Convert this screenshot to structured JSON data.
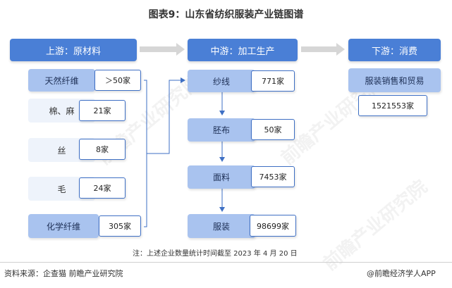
{
  "title": "图表9：山东省纺织服装产业链图谱",
  "headers": {
    "upstream": "上游：原材料",
    "midstream": "中游：加工生产",
    "downstream": "下游：消费"
  },
  "upstream_items": [
    {
      "name": "天然纤维",
      "count": "＞50家"
    },
    {
      "name": "棉、麻",
      "count": "21家"
    },
    {
      "name": "丝",
      "count": "8家"
    },
    {
      "name": "毛",
      "count": "24家"
    },
    {
      "name": "化学纤维",
      "count": "305家"
    }
  ],
  "midstream_items": [
    {
      "name": "纱线",
      "count": "771家"
    },
    {
      "name": "胚布",
      "count": "50家"
    },
    {
      "name": "面料",
      "count": "7453家"
    },
    {
      "name": "服装",
      "count": "98699家"
    }
  ],
  "downstream_items": [
    {
      "name": "服装销售和贸易",
      "count": "1521553家"
    }
  ],
  "note": "注：上述企业数量统计时间截至 2023 年 4 月 20 日",
  "source": "资料来源：企查猫 前瞻产业研究院",
  "brand": "@前瞻经济学人APP",
  "colors": {
    "header_blue": "#4a7fd6",
    "light_blue": "#a9c3ef",
    "faint_blue": "#eef3fb",
    "connector": "#3e6fc4",
    "gray_arrow": "#d6d6d6"
  }
}
